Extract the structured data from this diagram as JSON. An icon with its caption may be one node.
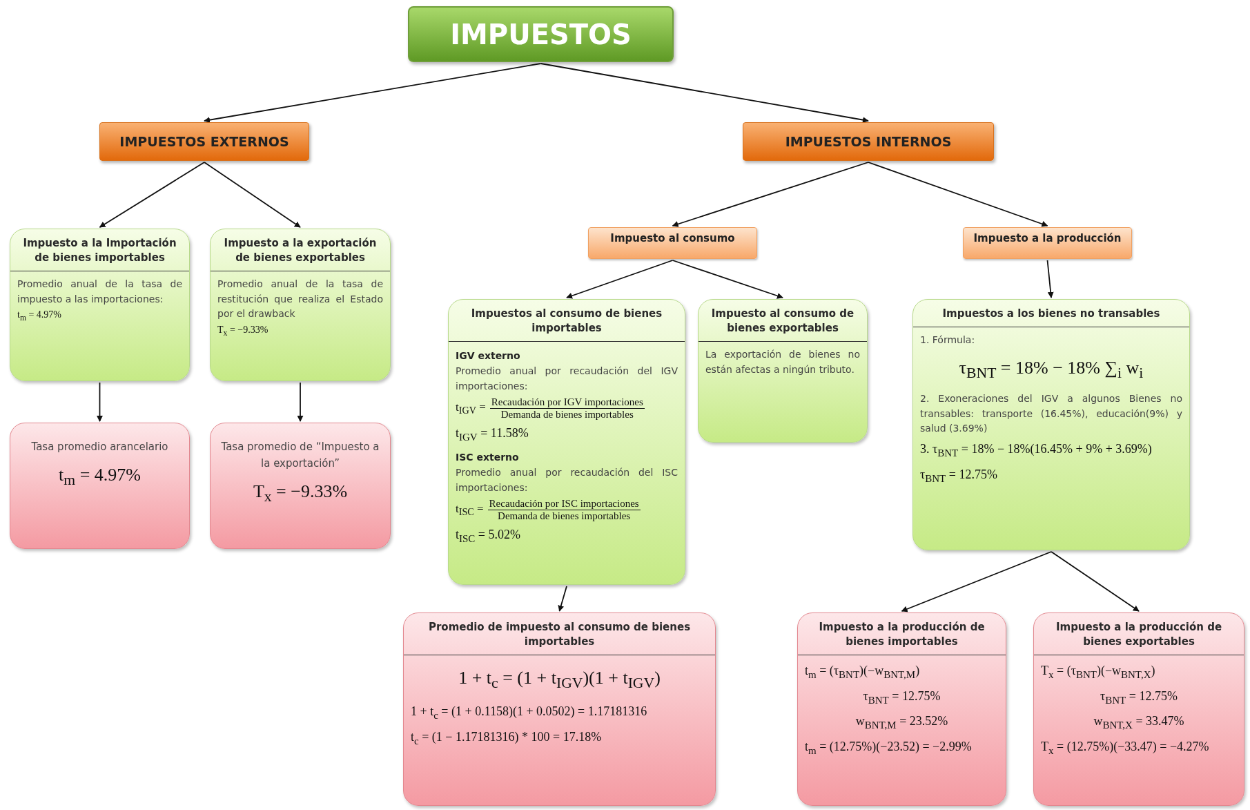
{
  "diagram": {
    "nodes": [
      {
        "text": [
          "IMPUESTOS"
        ]
      },
      {
        "text": [
          "IMPUESTOS EXTERNOS"
        ]
      },
      {
        "text": [
          "IMPUESTOS INTERNOS"
        ]
      },
      {
        "text": [
          "Impuesto a la Importación de bienes importables",
          "Promedio anual de la tasa de impuesto a las importaciones:",
          "t$_{m}$ = 4.97%"
        ]
      },
      {
        "text": [
          "Impuesto a la exportación de bienes exportables",
          "Promedio anual de la tasa de restitución que realiza el Estado por el drawback",
          "T$_{x}$ = −9.33%"
        ]
      },
      {
        "text": [
          "Impuesto al consumo"
        ]
      },
      {
        "text": [
          "Impuesto a la producción"
        ]
      },
      {
        "text": [
          "Tasa promedio arancelario",
          "t$_{m}$ = 4.97%"
        ]
      },
      {
        "text": [
          "Tasa promedio de “Impuesto a la exportación”",
          "T$_{x}$ = −9.33%"
        ]
      },
      {
        "text": [
          "Impuestos al consumo de bienes importables",
          "IGV externo",
          "Promedio anual por recaudación del IGV importaciones:",
          "t$_{IGV}$ =",
          "Recaudación por IGV importaciones",
          "Demanda de bienes importables",
          "t$_{IGV}$ = 11.58%",
          "ISC externo",
          "Promedio anual por recaudación del ISC importaciones:",
          "t$_{ISC}$ =",
          "Recaudación por ISC importaciones",
          "Demanda de bienes importables",
          "t$_{ISC}$ = 5.02%"
        ]
      },
      {
        "text": [
          "Impuesto al consumo de bienes exportables",
          "La exportación de bienes no están afectas a ningún tributo."
        ]
      },
      {
        "text": [
          "Impuestos a los bienes no transables",
          "1. Fórmula:",
          "τ$_{BNT}$ = 18% − 18% ∑$_{i}$ w$_{i}$",
          "2. Exoneraciones del IGV a algunos Bienes no transables: transporte (16.45%), educación(9%) y salud (3.69%)",
          "3. τ$_{BNT}$ = 18% − 18%(16.45% + 9% + 3.69%)",
          "τ$_{BNT}$ = 12.75%"
        ]
      },
      {
        "text": [
          "Promedio de impuesto al consumo de bienes importables",
          "1 + t$_{c}$ = (1 + t$_{IGV}$)(1 + t$_{IGV}$)",
          "1 + t$_{c}$ = (1 + 0.1158)(1 + 0.0502) = 1.17181316",
          "t$_{c}$ = (1 − 1.17181316) * 100 = 17.18%"
        ]
      },
      {
        "text": [
          "Impuesto a la producción de bienes importables",
          "t$_{m}$ = (τ$_{BNT}$)(−w$_{BNT,M}$)",
          "τ$_{BNT}$ = 12.75%",
          "w$_{BNT,M}$ = 23.52%",
          "t$_{m}$ = (12.75%)(−23.52) = −2.99%"
        ]
      },
      {
        "text": [
          "Impuesto a la producción de bienes exportables",
          "T$_{x}$ = (τ$_{BNT}$)(−w$_{BNT,X}$)",
          "τ$_{BNT}$ = 12.75%",
          "w$_{BNT,X}$ = 33.47%",
          "T$_{x}$ = (12.75%)(−33.47) = −4.27%"
        ]
      }
    ],
    "edges": [
      {
        "from": 0,
        "to": 1,
        "arrow": "to"
      },
      {
        "from": 0,
        "to": 2,
        "arrow": "to"
      },
      {
        "from": 1,
        "to": 3,
        "arrow": "to"
      },
      {
        "from": 1,
        "to": 4,
        "arrow": "to"
      },
      {
        "from": 3,
        "to": 7,
        "arrow": "to"
      },
      {
        "from": 4,
        "to": 8,
        "arrow": "to"
      },
      {
        "from": 2,
        "to": 5,
        "arrow": "to"
      },
      {
        "from": 2,
        "to": 6,
        "arrow": "to"
      },
      {
        "from": 5,
        "to": 9,
        "arrow": "to"
      },
      {
        "from": 5,
        "to": 10,
        "arrow": "to"
      },
      {
        "from": 6,
        "to": 11,
        "arrow": "to"
      },
      {
        "from": 9,
        "to": 12,
        "arrow": "to"
      },
      {
        "from": 11,
        "to": 13,
        "arrow": "to"
      },
      {
        "from": 11,
        "to": 14,
        "arrow": "to"
      }
    ]
  }
}
